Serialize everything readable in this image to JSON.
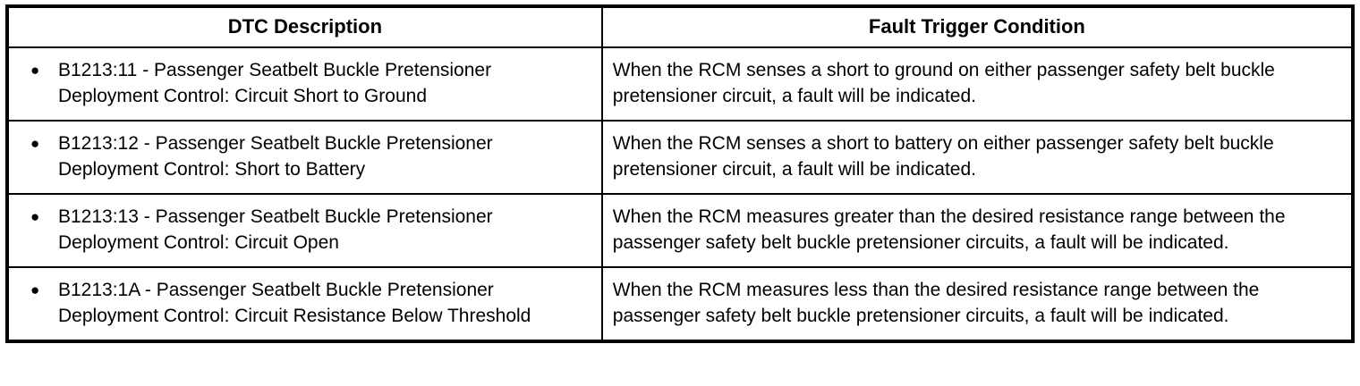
{
  "table": {
    "bullet_glyph": "●",
    "columns": [
      {
        "label": "DTC Description"
      },
      {
        "label": "Fault Trigger Condition"
      }
    ],
    "rows": [
      {
        "dtc": "B1213:11 - Passenger Seatbelt Buckle Pretensioner Deployment Control: Circuit Short to Ground",
        "condition": "When the RCM senses a short to ground on either passenger safety belt buckle pretensioner circuit, a fault will be indicated."
      },
      {
        "dtc": "B1213:12 - Passenger Seatbelt Buckle Pretensioner Deployment Control: Short to Battery",
        "condition": "When the RCM senses a short to battery on either passenger safety belt buckle pretensioner circuit, a fault will be indicated."
      },
      {
        "dtc": "B1213:13 - Passenger Seatbelt Buckle Pretensioner Deployment Control: Circuit Open",
        "condition": "When the RCM measures greater than the desired resistance range between the passenger safety belt buckle pretensioner circuits, a fault will be indicated."
      },
      {
        "dtc": "B1213:1A - Passenger Seatbelt Buckle Pretensioner Deployment Control: Circuit Resistance Below Threshold",
        "condition": "When the RCM measures less than the desired resistance range between the passenger safety belt buckle pretensioner circuits, a fault will be indicated."
      }
    ],
    "colors": {
      "border": "#000000",
      "text": "#000000",
      "background": "#ffffff"
    }
  }
}
